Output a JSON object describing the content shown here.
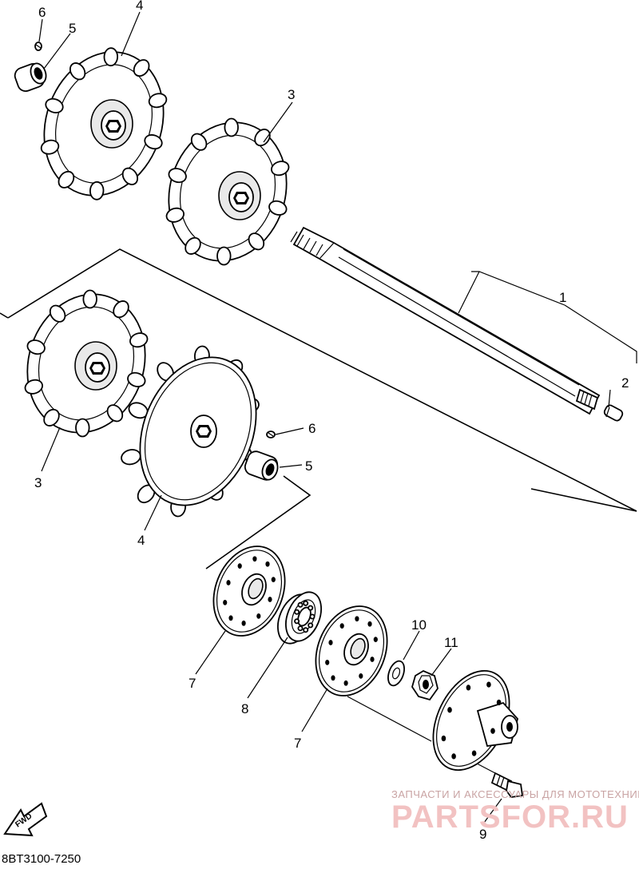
{
  "callouts": [
    {
      "id": "c6a",
      "label": "6"
    },
    {
      "id": "c5a",
      "label": "5"
    },
    {
      "id": "c4a",
      "label": "4"
    },
    {
      "id": "c3a",
      "label": "3"
    },
    {
      "id": "c1",
      "label": "1"
    },
    {
      "id": "c2",
      "label": "2"
    },
    {
      "id": "c3b",
      "label": "3"
    },
    {
      "id": "c4b",
      "label": "4"
    },
    {
      "id": "c6b",
      "label": "6"
    },
    {
      "id": "c5b",
      "label": "5"
    },
    {
      "id": "c7a",
      "label": "7"
    },
    {
      "id": "c8",
      "label": "8"
    },
    {
      "id": "c7b",
      "label": "7"
    },
    {
      "id": "c10",
      "label": "10"
    },
    {
      "id": "c11",
      "label": "11"
    },
    {
      "id": "c9",
      "label": "9"
    }
  ],
  "fwd_label": "FWD",
  "diagram_code": "8BT3100-7250",
  "watermark": {
    "tagline": "ЗАПЧАСТИ И АКСЕССУАРЫ ДЛЯ МОТОТЕХНИКИ",
    "brand": "PARTSFOR.RU"
  },
  "colors": {
    "line": "#000000",
    "watermark_brand": "#f2c2c2",
    "watermark_tagline": "#c9a3a3"
  }
}
